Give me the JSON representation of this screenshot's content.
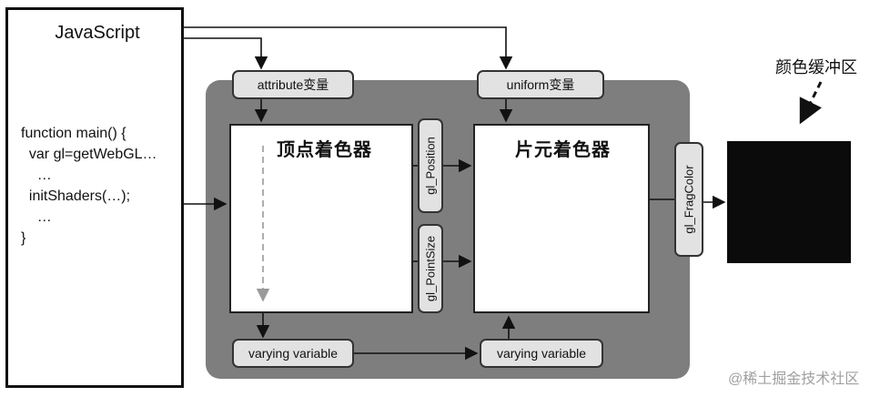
{
  "javascript": {
    "title": "JavaScript",
    "code": "function main() {\n  var gl=getWebGL…\n    …\n  initShaders(…);\n    …\n}"
  },
  "vertex_shader": {
    "title": "顶点着色器"
  },
  "fragment_shader": {
    "title": "片元着色器"
  },
  "attribute_label": "attribute变量",
  "uniform_label": "uniform变量",
  "varying_left": "varying variable",
  "varying_right": "varying variable",
  "gl_position": "gl_Position",
  "gl_pointsize": "gl_PointSize",
  "gl_fragcolor": "gl_FragColor",
  "color_buffer_label": "颜色缓冲区",
  "watermark": "@稀土掘金技术社区"
}
